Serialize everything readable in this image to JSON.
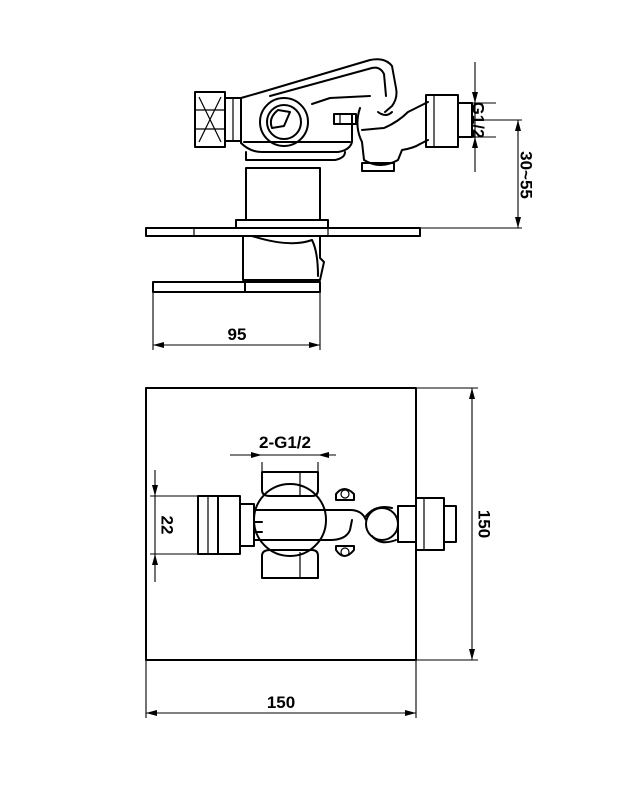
{
  "dimensions": {
    "side_depth": "95",
    "thread_side": "G1/2",
    "wall_range": "30~55",
    "thread_ports": "2-G1/2",
    "port_spacing": "22",
    "plate_height": "150",
    "plate_width": "150"
  },
  "colors": {
    "line": "#000000",
    "background": "#ffffff"
  }
}
